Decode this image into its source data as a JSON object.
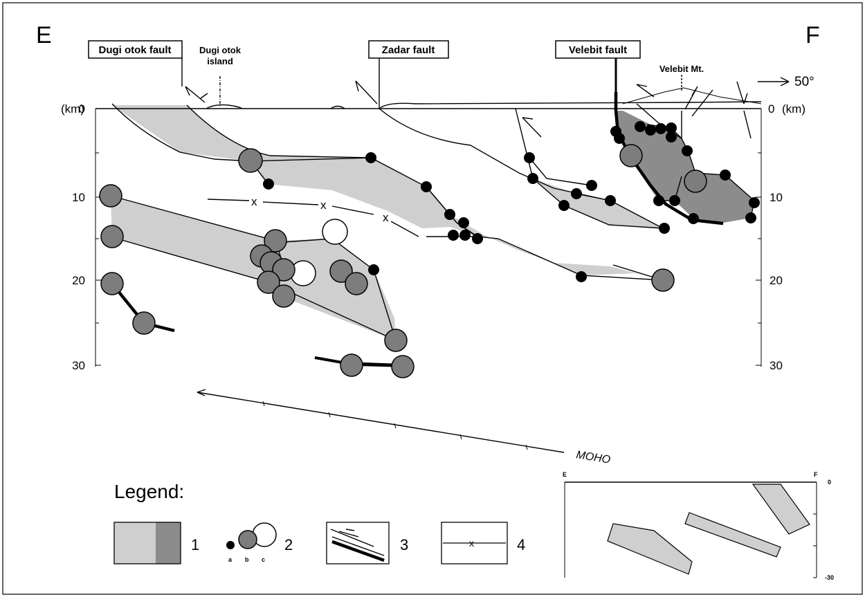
{
  "labels": {
    "corner_left": "E",
    "corner_right": "F",
    "dugi_fault": "Dugi otok fault",
    "dugi_island_1": "Dugi otok",
    "dugi_island_2": "island",
    "zadar_fault": "Zadar fault",
    "velebit_fault": "Velebit fault",
    "velebit_mt": "Velebit Mt.",
    "dip": "50°",
    "moho": "MOHO",
    "unit_left": "(km)",
    "unit_right": "(km)"
  },
  "depth_axis": {
    "ticks": [
      "0",
      "10",
      "20",
      "30"
    ]
  },
  "legend": {
    "title": "Legend:",
    "items": [
      "1",
      "2",
      "3",
      "4"
    ],
    "sub_a": "a",
    "sub_b": "b",
    "sub_c": "c"
  },
  "inset": {
    "left": "E",
    "right": "F",
    "top": "0",
    "bottom": "-30"
  },
  "colors": {
    "light_fill": "#cfcfcf",
    "dark_fill": "#8c8c8c",
    "medium_dot": "#7d7d7d"
  }
}
